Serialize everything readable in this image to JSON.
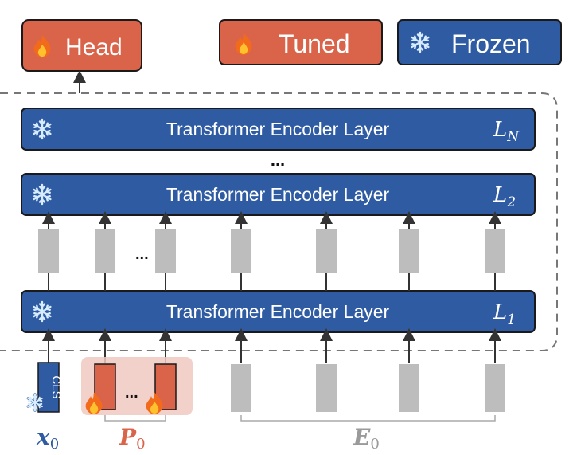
{
  "legend": {
    "head_label": "Head",
    "tuned_label": "Tuned",
    "frozen_label": "Frozen",
    "tuned_color": "#d9644a",
    "frozen_color": "#2f5ba3"
  },
  "layers": {
    "top": {
      "label": "Transformer Encoder Layer",
      "index_var": "L",
      "index_sub": "N"
    },
    "middle": {
      "label": "Transformer Encoder Layer",
      "index_var": "L",
      "index_sub": "2"
    },
    "bottom": {
      "label": "Transformer Encoder Layer",
      "index_var": "L",
      "index_sub": "1"
    },
    "vertical_ellipsis": "...",
    "row_ellipsis": "..."
  },
  "inputs": {
    "cls_label": "CLS",
    "x_var": "x",
    "x_sub": "0",
    "p_var": "P",
    "p_sub": "0",
    "e_var": "E",
    "e_sub": "0",
    "prompt_ellipsis": "...",
    "x_color": "#2f5ba3",
    "p_color": "#d9644a",
    "e_color": "#9a9a9a"
  },
  "icons": {
    "fire": "fire-icon",
    "snowflake": "snowflake-icon"
  }
}
